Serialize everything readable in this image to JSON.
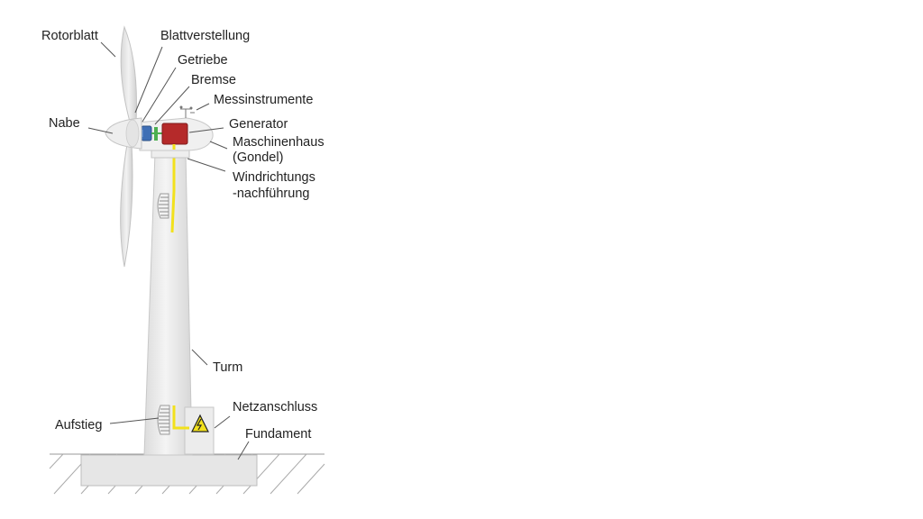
{
  "labels": {
    "rotorblatt": "Rotorblatt",
    "blattverstellung": "Blattverstellung",
    "getriebe": "Getriebe",
    "bremse": "Bremse",
    "messinstrumente": "Messinstrumente",
    "nabe": "Nabe",
    "generator": "Generator",
    "maschinenhaus_1": "Maschinenhaus",
    "maschinenhaus_2": "(Gondel)",
    "windrichtung_1": "Windrichtungs",
    "windrichtung_2": "-nachführung",
    "turm": "Turm",
    "netzanschluss": "Netzanschluss",
    "aufstieg": "Aufstieg",
    "fundament": "Fundament"
  },
  "colors": {
    "generator": "#b52a2a",
    "gear": "#3f6fb5",
    "brake": "#4caf50",
    "cable": "#f2e11c",
    "tower": "#ebebeb",
    "foundation": "#e8e8e8"
  }
}
